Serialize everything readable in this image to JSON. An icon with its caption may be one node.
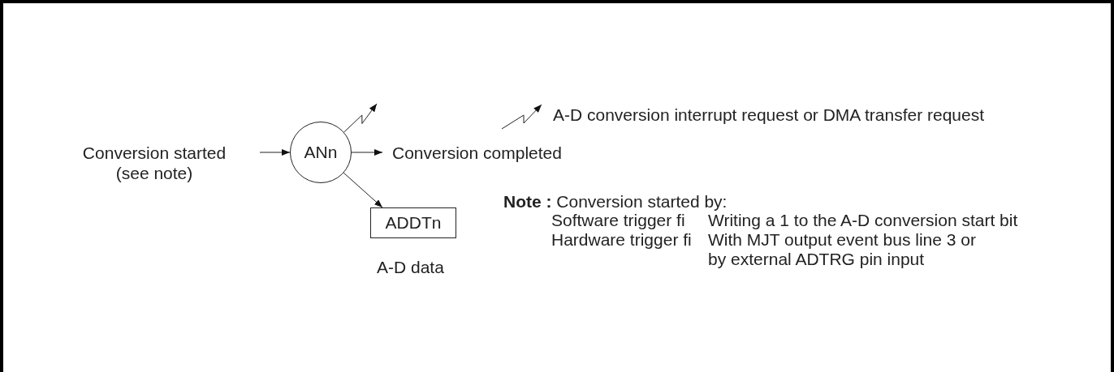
{
  "diagram": {
    "nodes": [
      {
        "text": [
          "Conversion started (see note)"
        ]
      },
      {
        "text": [
          "ANn"
        ]
      },
      {
        "text": [
          "Conversion completed"
        ]
      },
      {
        "text": [
          "ADDTn"
        ],
        "beside": [
          "A-D data"
        ]
      }
    ],
    "edges": [
      {
        "from": 0,
        "to": 1,
        "arrow": "to"
      },
      {
        "from": 1,
        "to": 2,
        "arrow": "to"
      },
      {
        "from": 1,
        "to": 3,
        "arrow": "to"
      },
      {
        "from": 1,
        "to": null,
        "arrow": "to"
      }
    ],
    "labels": [
      "**Note :** Conversion started by:",
      "Software trigger fi",
      "Writing a 1 to the A-D conversion start bit",
      "Hardware trigger fi",
      "With MJT output event bus line 3 or",
      "by external ADTRG pin input"
    ],
    "legend": [
      {
        "text": "A-D conversion interrupt request or DMA transfer request"
      }
    ]
  }
}
